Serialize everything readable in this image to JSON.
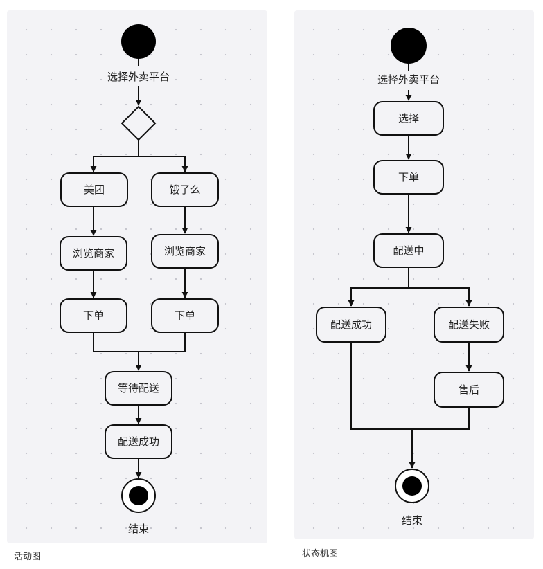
{
  "activity_diagram": {
    "caption": "活动图",
    "start_label": "选择外卖平台",
    "branch_left": {
      "platform": "美团",
      "browse": "浏览商家",
      "order": "下单"
    },
    "branch_right": {
      "platform": "饿了么",
      "browse": "浏览商家",
      "order": "下单"
    },
    "wait": "等待配送",
    "delivered": "配送成功",
    "end_label": "结束"
  },
  "state_diagram": {
    "caption": "状态机图",
    "start_label": "选择外卖平台",
    "select": "选择",
    "order": "下单",
    "delivering": "配送中",
    "success": "配送成功",
    "failure": "配送失败",
    "after_sales": "售后",
    "end_label": "结束"
  },
  "colors": {
    "panel_background": "#f3f3f6",
    "stroke": "#111111",
    "text": "#222222"
  }
}
